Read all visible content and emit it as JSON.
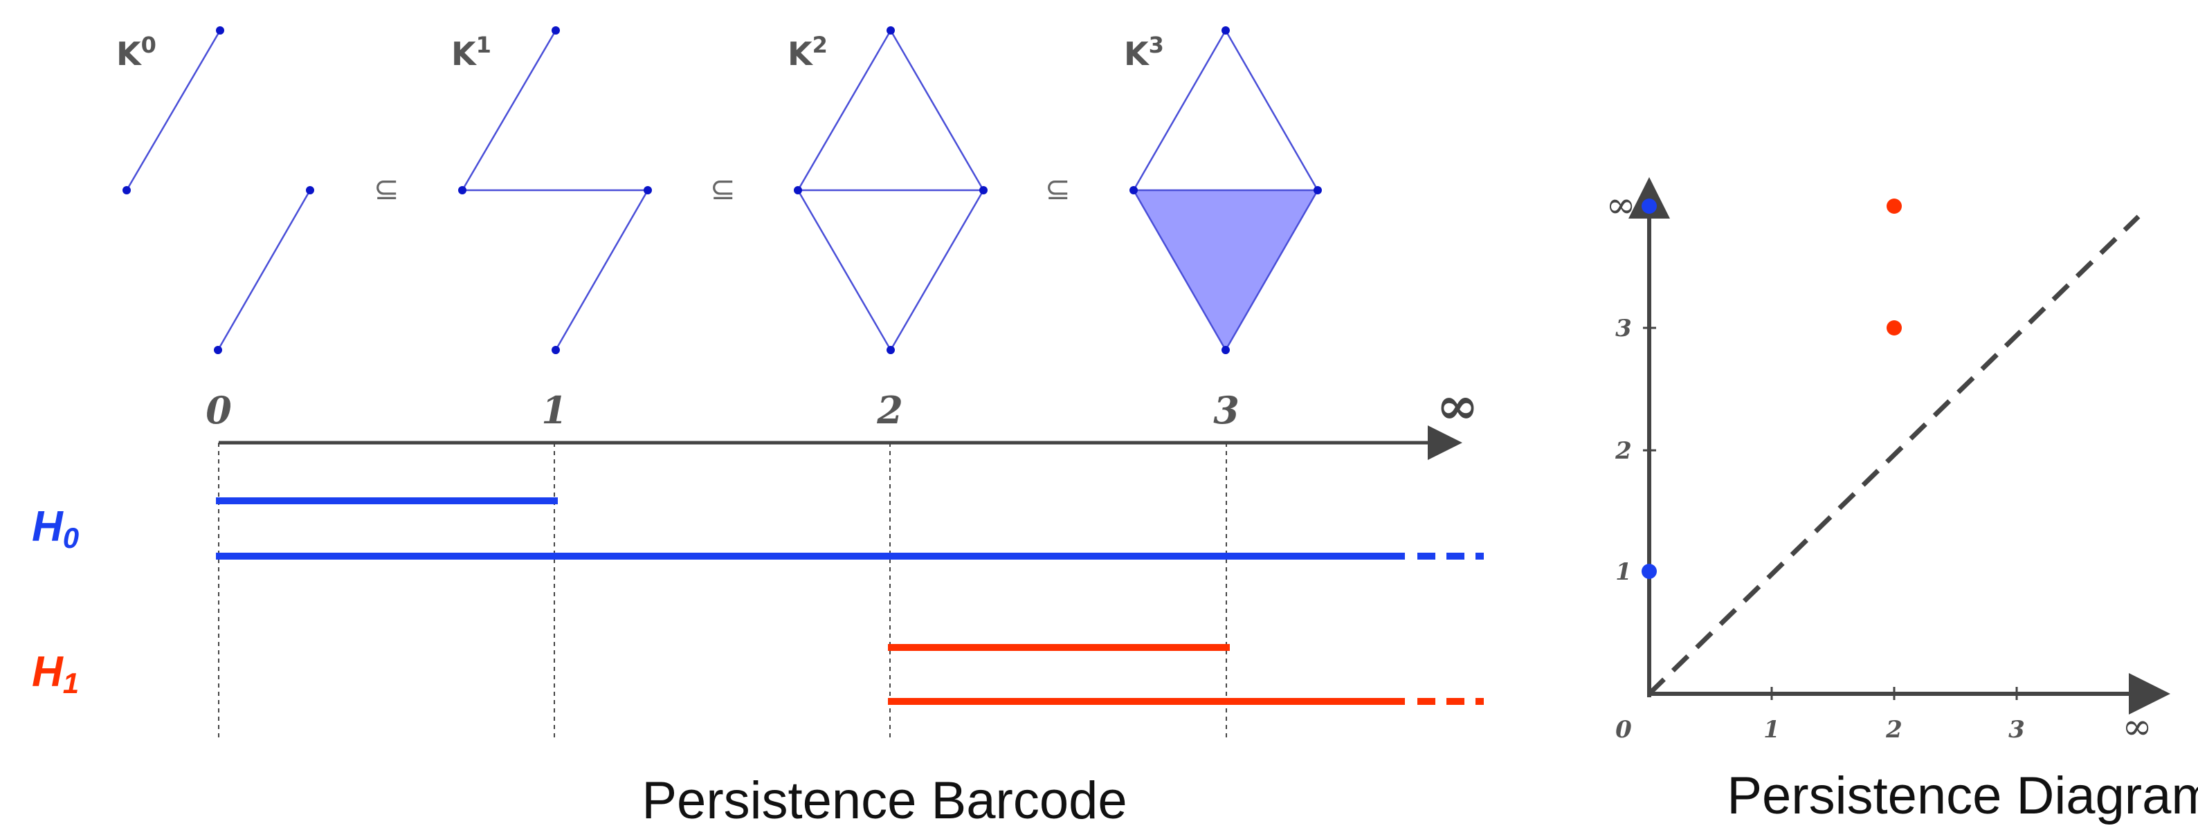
{
  "complexes": {
    "labels": [
      "K",
      "K",
      "K",
      "K"
    ],
    "superscripts": [
      "0",
      "1",
      "2",
      "3"
    ],
    "subset_symbol": "⊆"
  },
  "barcode": {
    "ticks": [
      "0",
      "1",
      "2",
      "3",
      "∞"
    ],
    "h0_label": "H",
    "h0_sub": "0",
    "h1_label": "H",
    "h1_sub": "1",
    "caption": "Persistence Barcode",
    "colors": {
      "h0": "#1a3ff0",
      "h1": "#ff3000",
      "axis": "#444444"
    }
  },
  "diagram": {
    "x_ticks": [
      "0",
      "1",
      "2",
      "3",
      "∞"
    ],
    "y_ticks": [
      "1",
      "2",
      "3",
      "∞"
    ],
    "caption": "Persistence Diagram"
  },
  "chart_data": {
    "type": "scatter",
    "bars": [
      {
        "dimension": "H0",
        "birth": 0,
        "death": 1
      },
      {
        "dimension": "H0",
        "birth": 0,
        "death": "∞"
      },
      {
        "dimension": "H1",
        "birth": 2,
        "death": 3
      },
      {
        "dimension": "H1",
        "birth": 2,
        "death": "∞"
      }
    ],
    "points": [
      {
        "dimension": "H0",
        "birth": 0,
        "death": 1,
        "color": "#1a3ff0"
      },
      {
        "dimension": "H0",
        "birth": 0,
        "death": "∞",
        "color": "#1a3ff0"
      },
      {
        "dimension": "H1",
        "birth": 2,
        "death": 3,
        "color": "#ff3000"
      },
      {
        "dimension": "H1",
        "birth": 2,
        "death": "∞",
        "color": "#ff3000"
      }
    ],
    "xlim": [
      0,
      "∞"
    ],
    "ylim": [
      0,
      "∞"
    ],
    "diagonal": true
  }
}
